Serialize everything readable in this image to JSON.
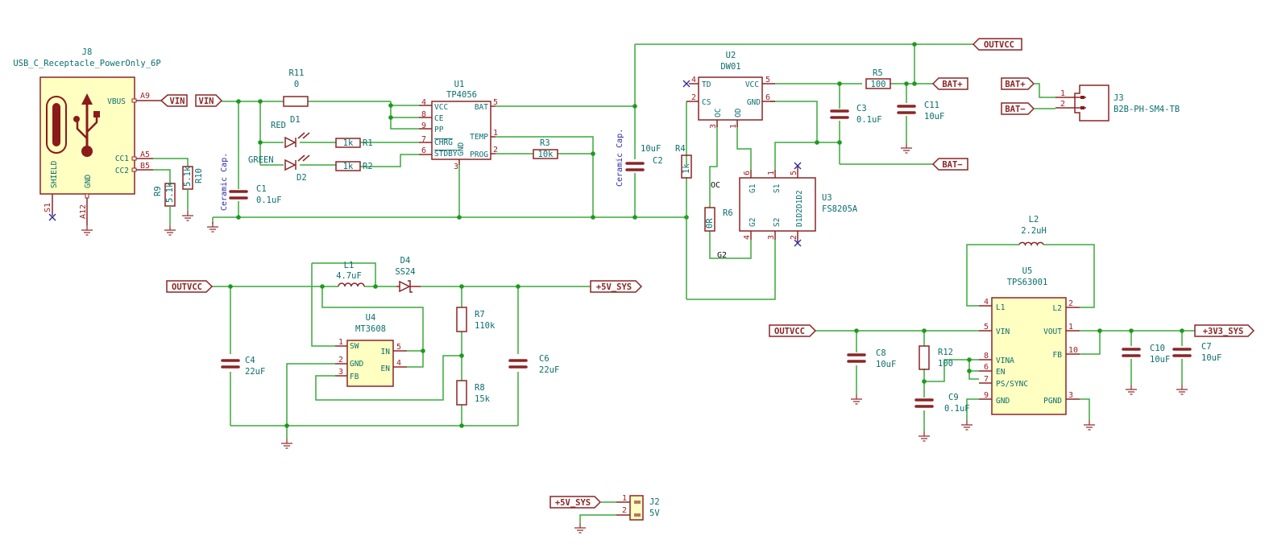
{
  "title": "Battery charger / protection / power supply schematic",
  "colors": {
    "wire": "#3aa83a",
    "component": "#8b2525",
    "body_fill": "#ffffc2",
    "ref_text": "#0b6e6e",
    "note_text": "#2a2aa0",
    "junction": "#1e9a1e"
  },
  "labels": {
    "vin": "VIN",
    "outvcc": "OUTVCC",
    "bat_plus": "BAT+",
    "bat_minus": "BAT−",
    "plus5v_sys": "+5V_SYS",
    "plus3v3_sys": "+3V3_SYS"
  },
  "notes": {
    "ceramic_cap": "Ceramic Cap."
  },
  "nets": {
    "oc": "OC",
    "g2": "G2"
  },
  "components": {
    "J8": {
      "ref": "J8",
      "value": "USB_C_Receptacle_PowerOnly_6P",
      "pins": {
        "vbus": "VBUS",
        "cc1": "CC1",
        "cc2": "CC2",
        "shield": "SHIELD",
        "gnd": "GND"
      },
      "pin_nums": {
        "vbus": "A9",
        "cc1": "A5",
        "cc2": "B5",
        "shield": "S1",
        "gnd": "A12"
      }
    },
    "R9": {
      "ref": "R9",
      "value": "5.1k"
    },
    "R10": {
      "ref": "R10",
      "value": "5.1k"
    },
    "R11": {
      "ref": "R11",
      "value": "0"
    },
    "C1": {
      "ref": "C1",
      "value": "0.1uF"
    },
    "D1": {
      "ref": "D1",
      "value": "RED"
    },
    "D2": {
      "ref": "D2",
      "value": "GREEN"
    },
    "R1": {
      "ref": "R1",
      "value": "1k"
    },
    "R2": {
      "ref": "R2",
      "value": "1k"
    },
    "U1": {
      "ref": "U1",
      "value": "TP4056",
      "pins": {
        "vcc": "VCC",
        "ce": "CE",
        "pp": "PP",
        "chrg": "CHRG",
        "stdby": "STDBY",
        "gnd": "GND",
        "bat": "BAT",
        "temp": "TEMP",
        "prog": "PROG"
      },
      "pin_nums": {
        "vcc": "4",
        "ce": "8",
        "pp": "9",
        "chrg": "7",
        "stdby": "6",
        "gnd": "3",
        "bat": "5",
        "temp": "1",
        "prog": "2"
      }
    },
    "R3": {
      "ref": "R3",
      "value": "10k"
    },
    "C2": {
      "ref": "C2",
      "value": "10uF"
    },
    "R4": {
      "ref": "R4",
      "value": "1k"
    },
    "U2": {
      "ref": "U2",
      "value": "DW01",
      "pins": {
        "td": "TD",
        "cs": "CS",
        "oc": "OC",
        "od": "OD",
        "vcc": "VCC",
        "gnd": "GND"
      },
      "pin_nums": {
        "td": "4",
        "cs": "2",
        "oc": "3",
        "od": "1",
        "vcc": "5",
        "gnd": "6"
      }
    },
    "R6": {
      "ref": "R6",
      "value": "0R"
    },
    "U3": {
      "ref": "U3",
      "value": "FS8205A",
      "pins": {
        "g1": "G1",
        "s1": "S1",
        "d_top": "D1D2D1D2",
        "g2": "G2",
        "s2": "S2"
      },
      "pin_nums": {
        "g1": "6",
        "s1": "1",
        "d_top": "5",
        "g2": "4",
        "s2": "3",
        "d_bot": "2"
      }
    },
    "R5": {
      "ref": "R5",
      "value": "100"
    },
    "C3": {
      "ref": "C3",
      "value": "0.1uF"
    },
    "C11": {
      "ref": "C11",
      "value": "10uF"
    },
    "J3": {
      "ref": "J3",
      "value": "B2B-PH-SM4-TB",
      "pin_nums": {
        "p1": "1",
        "p2": "2"
      }
    },
    "L1": {
      "ref": "L1",
      "value": "4.7uF"
    },
    "D4": {
      "ref": "D4",
      "value": "SS24"
    },
    "U4": {
      "ref": "U4",
      "value": "MT3608",
      "pins": {
        "sw": "SW",
        "gnd": "GND",
        "fb": "FB",
        "in": "IN",
        "en": "EN"
      },
      "pin_nums": {
        "sw": "1",
        "gnd": "2",
        "fb": "3",
        "in": "5",
        "en": "4"
      }
    },
    "C4": {
      "ref": "C4",
      "value": "22uF"
    },
    "R7": {
      "ref": "R7",
      "value": "110k"
    },
    "R8": {
      "ref": "R8",
      "value": "15k"
    },
    "C6": {
      "ref": "C6",
      "value": "22uF"
    },
    "L2": {
      "ref": "L2",
      "value": "2.2uH"
    },
    "U5": {
      "ref": "U5",
      "value": "TPS63001",
      "pins": {
        "l1": "L1",
        "vin": "VIN",
        "vina": "VINA",
        "en": "EN",
        "ps": "PS/SYNC",
        "gnd": "GND",
        "l2": "L2",
        "vout": "VOUT",
        "fb": "FB",
        "pgnd": "PGND"
      },
      "pin_nums": {
        "l1": "4",
        "vin": "5",
        "vina": "8",
        "en": "6",
        "ps": "7",
        "gnd": "9",
        "l2": "2",
        "vout": "1",
        "fb": "10",
        "pgnd": "3"
      }
    },
    "C8": {
      "ref": "C8",
      "value": "10uF"
    },
    "R12": {
      "ref": "R12",
      "value": "100"
    },
    "C9": {
      "ref": "C9",
      "value": "0.1uF"
    },
    "C10": {
      "ref": "C10",
      "value": "10uF"
    },
    "C7": {
      "ref": "C7",
      "value": "10uF"
    },
    "J2": {
      "ref": "J2",
      "value": "5V",
      "pin_nums": {
        "p1": "1",
        "p2": "2"
      }
    }
  }
}
